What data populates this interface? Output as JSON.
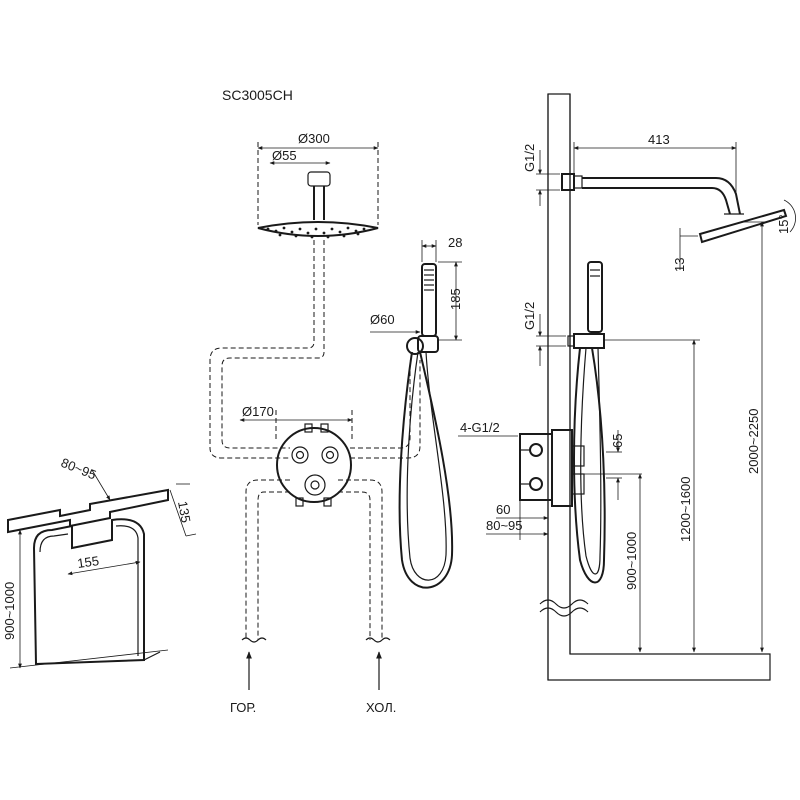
{
  "model": "SC3005CH",
  "dims": {
    "head_diameter": "Ø300",
    "arm_diameter": "Ø55",
    "handshower_width": "28",
    "handshower_length": "185",
    "holder_diameter": "Ø60",
    "plate_diameter": "Ø170",
    "arm_length": "413",
    "top_thread": "G1/2",
    "mid_thread": "G1/2",
    "valve_threads": "4-G1/2",
    "valve_spacing": "65",
    "valve_depth": "60",
    "box_depth_range": "80~95",
    "angle": "15°",
    "head_thickness": "13",
    "height_top": "2000~2250",
    "height_mid": "1200~1600",
    "height_valve": "900~1000",
    "box_top_range": "80~95",
    "box_height": "135",
    "box_width": "155",
    "box_floor_height": "900~1000"
  },
  "labels": {
    "hot": "ГОР.",
    "cold": "ХОЛ."
  }
}
